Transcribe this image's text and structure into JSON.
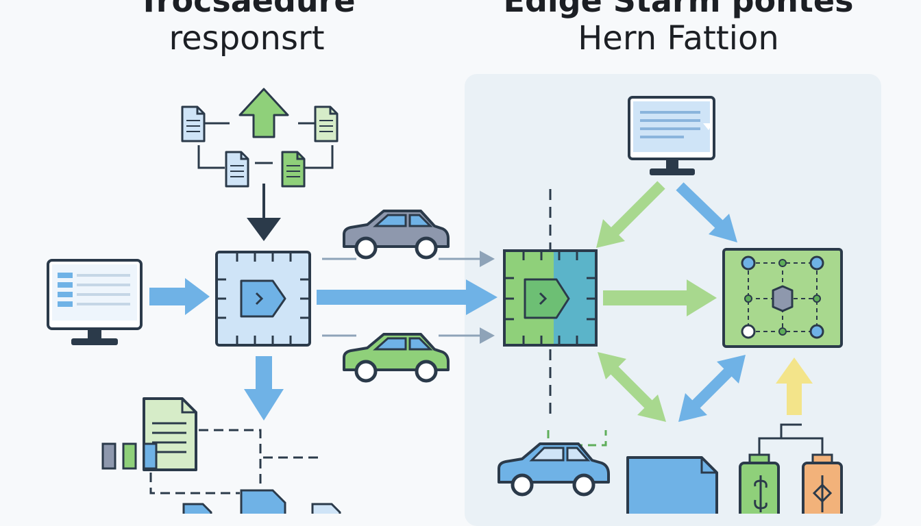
{
  "left_title": {
    "line1": "Trocsaedure",
    "line2": "responsrt"
  },
  "right_title": {
    "line1": "Edige Starm pontes",
    "line2": "Hern Fattion"
  },
  "colors": {
    "outline": "#2b3a4a",
    "blue": "#6fb2e6",
    "light_blue": "#cfe4f7",
    "green": "#8fd07a",
    "light_green": "#d6ecc8",
    "yellow": "#f3e48a",
    "orange": "#f2b27a",
    "grey_car": "#8e98ad"
  },
  "icons": {
    "proc_chip_left": "processor-chip-icon",
    "proc_chip_right": "edge-processor-chip-icon",
    "network_node": "network-node-icon",
    "monitor": "monitor-icon",
    "car": "car-icon",
    "document": "document-icon",
    "battery": "battery-icon"
  }
}
